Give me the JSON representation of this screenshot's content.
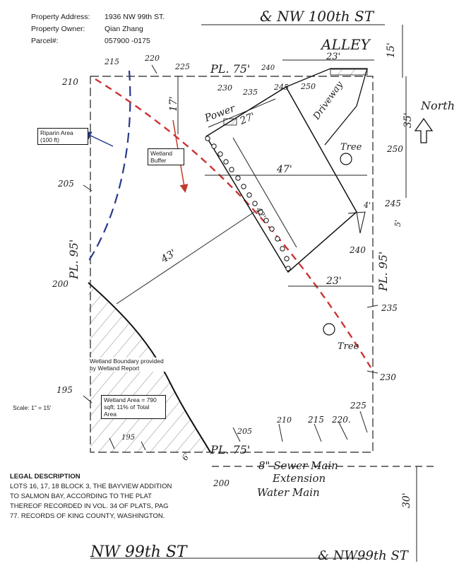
{
  "header": {
    "address_label": "Property Address:",
    "address_value": "1936 NW 99th ST.",
    "owner_label": "Property Owner:",
    "owner_value": "Qian Zhang",
    "parcel_label": "Parcel#:",
    "parcel_value": "057900 -0175"
  },
  "streets": {
    "top": "& NW 100th ST",
    "alley": "ALLEY",
    "bottom_left": "NW 99th ST",
    "bottom_right": "& NW99th ST"
  },
  "property_lines": {
    "north": "PL. 75'",
    "south": "PL. 75'",
    "west": "PL. 95'",
    "east": "PL. 95'"
  },
  "dimensions": {
    "alley_width": "15'",
    "driveway_width": "23'",
    "north_setback": "17'",
    "power_offset": "27'",
    "house_width": "47'",
    "diag": "43'",
    "east_offset": "35'",
    "house_length": "42'",
    "bottom_width": "23'",
    "small_4": "4'",
    "small_5": "5'",
    "small_6": "6'",
    "street_30": "30'"
  },
  "contours": [
    "215",
    "220",
    "225",
    "240",
    "230",
    "235",
    "245",
    "250",
    "210",
    "205",
    "250",
    "245",
    "240",
    "200",
    "235",
    "230",
    "195",
    "195",
    "205",
    "210",
    "215",
    "220.",
    "225",
    "200"
  ],
  "labels": {
    "power": "Power",
    "driveway": "Driveway",
    "tree1": "Tree",
    "tree2": "Tree",
    "north": "North",
    "riparian": "Riparin Area (100 ft)",
    "wetland_buffer": "Wetland Buffer",
    "wetland_boundary": "Wetland Boundary provided by Wetland Report",
    "wetland_area": "Wetland Area = 790 sqft; 11% of Total Area",
    "scale": "Scale: 1\" = 15'",
    "sewer": "8\" Sewer Main",
    "extension": "Extension",
    "water": "Water Main"
  },
  "legal": {
    "title": "LEGAL DESCRIPTION",
    "body": "LOTS 16, 17, 18 BLOCK 3, THE BAYVIEW ADDITION TO SALMON BAY, ACCORDING TO THE PLAT THEREOF RECORDED IN VOL. 34 OF PLATS, PAG 77. RECORDS OF KING COUNTY, WASHINGTON."
  },
  "colors": {
    "ink": "#1d1d1d",
    "riparian": "#2a3a8a",
    "wetland_buffer": "#c0392b",
    "dashed_red": "#cc3333"
  }
}
